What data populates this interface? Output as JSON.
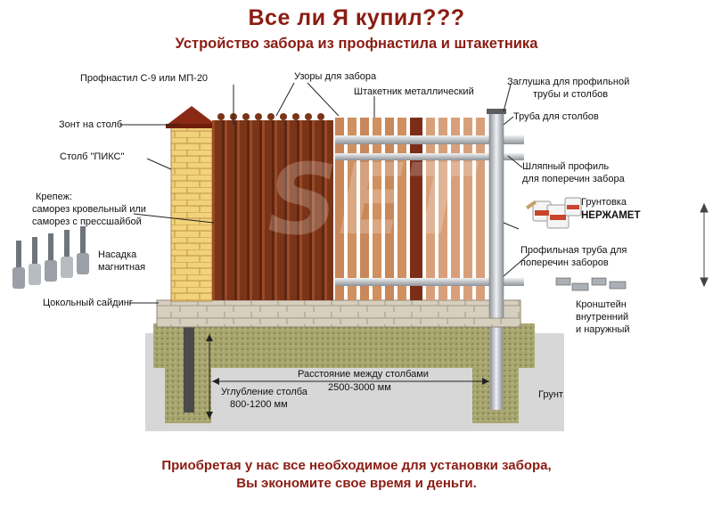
{
  "title": "Все ли Я купил???",
  "subtitle": "Устройство  забора из профнастила  и штакетника",
  "labels": {
    "profnastil": "Профнастил С-9 или МП-20",
    "uzory": "Узоры для забора",
    "shtaketnik": "Штакетник металлический",
    "zaglushka_1": "Заглушка для профильной",
    "zaglushka_2": "трубы и столбов",
    "zont": "Зонт на столб",
    "truba_stolb": "Труба для столбов",
    "stolb_piks": "Столб \"ПИКС\"",
    "shlyapny_1": "Шляпный профиль",
    "shlyapny_2": "для поперечин забора",
    "krepezh_1": "Крепеж:",
    "krepezh_2": "саморез кровельный или",
    "krepezh_3": "саморез с прессшайбой",
    "gruntovka_1": "Грунтовка",
    "gruntovka_2": "НЕРЖАМЕТ",
    "nasadka_1": "Насадка",
    "nasadka_2": "магнитная",
    "profilnaya_1": "Профильная труба для",
    "profilnaya_2": "поперечин заборов",
    "tsokolny": "Цокольный сайдинг",
    "kronshtein_1": "Кронштейн",
    "kronshtein_2": "внутренний",
    "kronshtein_3": "и наружный",
    "rasstoyanie_1": "Расстояние между столбами",
    "rasstoyanie_2": "2500-3000 мм",
    "uglublenie_1": "Углубление столба",
    "uglublenie_2": "800-1200 мм",
    "grunt": "Грунт"
  },
  "footer": {
    "line1": "Приобретая у нас все необходимое для установки забора,",
    "line2": "Вы экономите свое время и деньги."
  },
  "colors": {
    "title": "#8b1c12",
    "profnastil": "#7a3418",
    "shtaketnik": "#c9875a",
    "brick": "#f2d27a",
    "pipe": "#c9ccd0",
    "ground": "#d7d7d7",
    "concrete": "#9a9a62"
  }
}
